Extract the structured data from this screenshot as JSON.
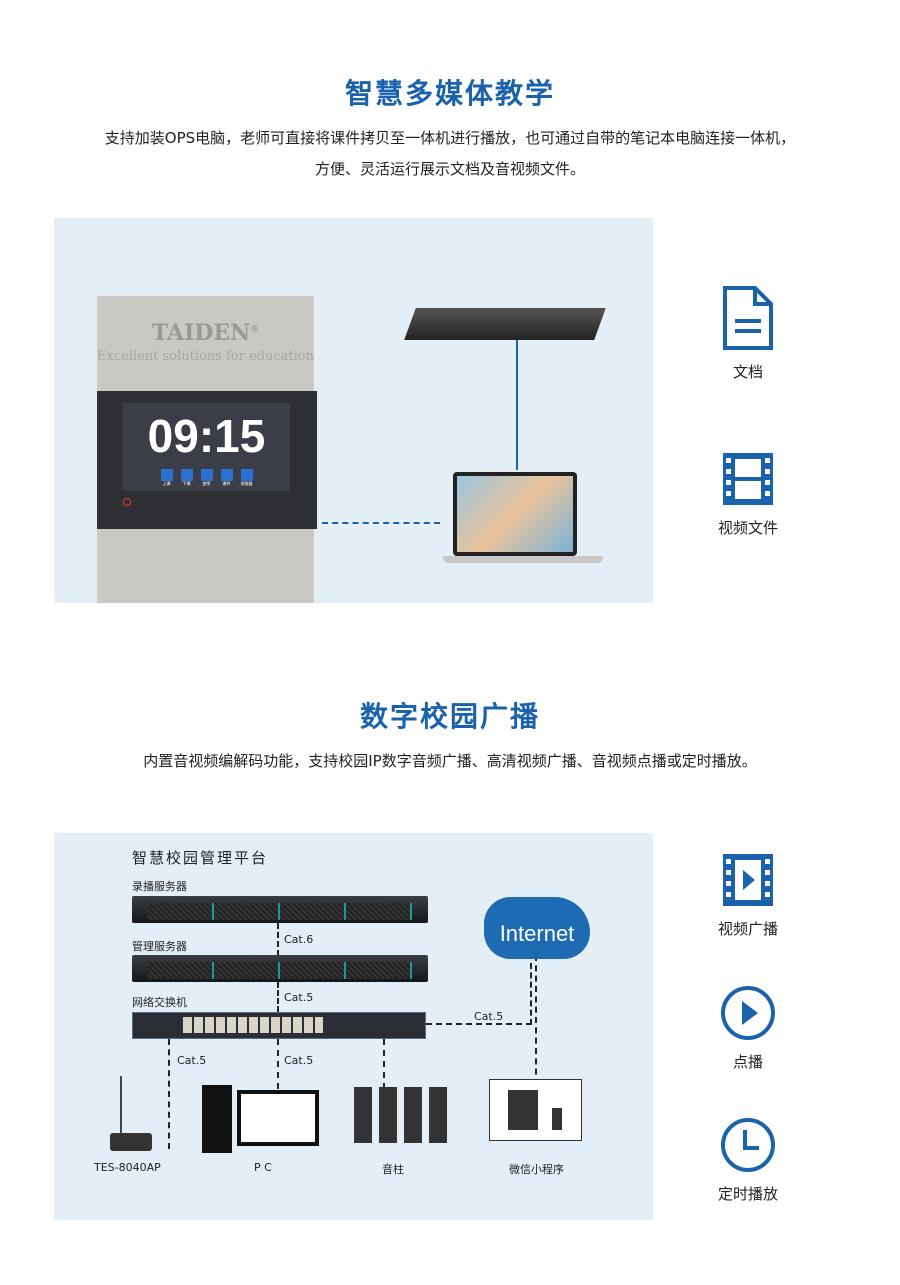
{
  "section1": {
    "title": "智慧多媒体教学",
    "desc_lines": [
      "支持加装OPS电脑，老师可直接将课件拷贝至一体机进行播放，也可通过自带的笔记本电脑连接一体机，",
      "方便、灵活运行展示文档及音视频文件。"
    ],
    "device": {
      "brand": "TAIDEN",
      "registered": "®",
      "slogan": "Excellent solutions for education",
      "clock": "09:15",
      "apps": [
        "上课",
        "下课",
        "放学",
        "课件",
        "浏览器"
      ]
    },
    "features": [
      {
        "icon": "document-icon",
        "label": "文档"
      },
      {
        "icon": "film-icon",
        "label": "视频文件"
      }
    ]
  },
  "section2": {
    "title": "数字校园广播",
    "desc": "内置音视频编解码功能，支持校园IP数字音频广播、高清视频广播、音视频点播或定时播放。",
    "diagram": {
      "platform": "智慧校园管理平台",
      "recording_server": "录播服务器",
      "management_server": "管理服务器",
      "switch": "网络交换机",
      "cat6": "Cat.6",
      "cat5a": "Cat.5",
      "cat5b": "Cat.5",
      "cat5c": "Cat.5",
      "cat5d": "Cat.5",
      "internet": "Internet",
      "paging": "TES-8040AP",
      "pc": "P C",
      "speakers": "音柱",
      "mini_program": "微信小程序"
    },
    "features": [
      {
        "icon": "video-broadcast-icon",
        "label": "视频广播"
      },
      {
        "icon": "play-icon",
        "label": "点播"
      },
      {
        "icon": "clock-icon",
        "label": "定时播放"
      }
    ]
  },
  "colors": {
    "accent": "#1b62ad",
    "panel": "#e3eef6"
  }
}
